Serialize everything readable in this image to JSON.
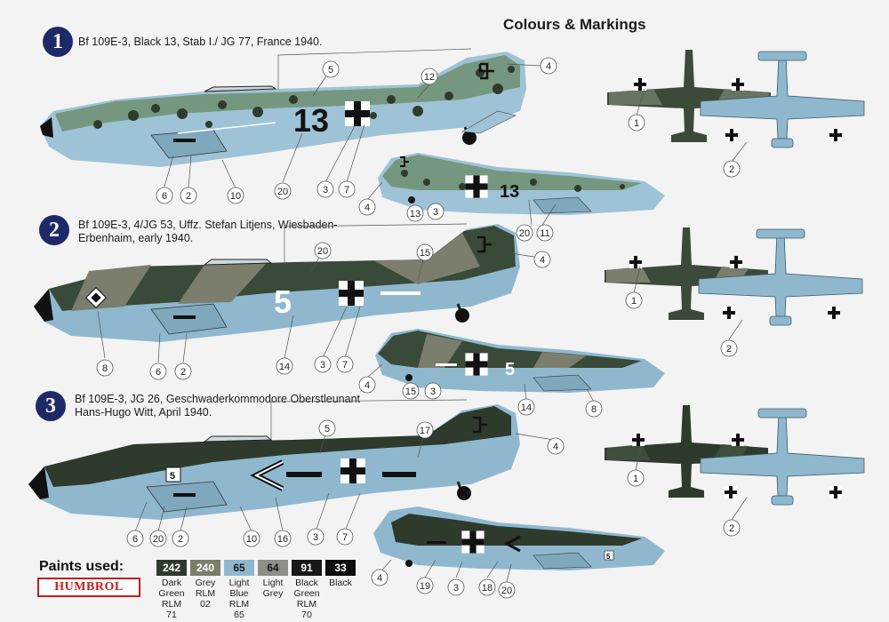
{
  "title": "Colours & Markings",
  "profiles": [
    {
      "number": "1",
      "caption_lines": [
        "Bf 109E-3, Black 13, Stab I./ JG 77, France 1940."
      ],
      "fuselage_code": "13"
    },
    {
      "number": "2",
      "caption_lines": [
        "Bf 109E-3, 4/JG 53, Uffz. Stefan Litjens, Wiesbaden-",
        "Erbenhaim, early 1940."
      ],
      "fuselage_code": "5"
    },
    {
      "number": "3",
      "caption_lines": [
        "Bf 109E-3, JG 26, Geschwaderkommodore Oberstleunant",
        "Hans-Hugo Witt, April 1940."
      ],
      "fuselage_code": "5"
    }
  ],
  "callouts": {
    "p1": [
      "5",
      "12",
      "4",
      "6",
      "2",
      "10",
      "20",
      "3",
      "7",
      "4",
      "13",
      "3",
      "20",
      "11",
      "1",
      "2"
    ],
    "p2": [
      "20",
      "15",
      "4",
      "8",
      "6",
      "2",
      "14",
      "3",
      "7",
      "4",
      "15",
      "3",
      "14",
      "8",
      "1",
      "2"
    ],
    "p3": [
      "5",
      "17",
      "4",
      "6",
      "20",
      "2",
      "10",
      "16",
      "3",
      "7",
      "4",
      "19",
      "3",
      "18",
      "20",
      "1",
      "2"
    ]
  },
  "paints": {
    "label": "Paints used:",
    "brand": "HUMBROL",
    "swatches": [
      {
        "code": "242",
        "lines": [
          "Dark",
          "Green",
          "RLM 71"
        ],
        "color": "#2e3a2c",
        "text_color": "#ffffff"
      },
      {
        "code": "240",
        "lines": [
          "Grey",
          "RLM 02"
        ],
        "color": "#7b7d6d",
        "text_color": "#ffffff"
      },
      {
        "code": "65",
        "lines": [
          "Light",
          "Blue",
          "RLM 65"
        ],
        "color": "#8fb8cf",
        "text_color": "#1a1a1a"
      },
      {
        "code": "64",
        "lines": [
          "Light",
          "Grey"
        ],
        "color": "#8e9087",
        "text_color": "#1a1a1a"
      },
      {
        "code": "91",
        "lines": [
          "Black",
          "Green",
          "RLM 70"
        ],
        "color": "#151a14",
        "text_color": "#ffffff"
      },
      {
        "code": "33",
        "lines": [
          "Black"
        ],
        "color": "#0c0c0c",
        "text_color": "#ffffff"
      }
    ]
  }
}
